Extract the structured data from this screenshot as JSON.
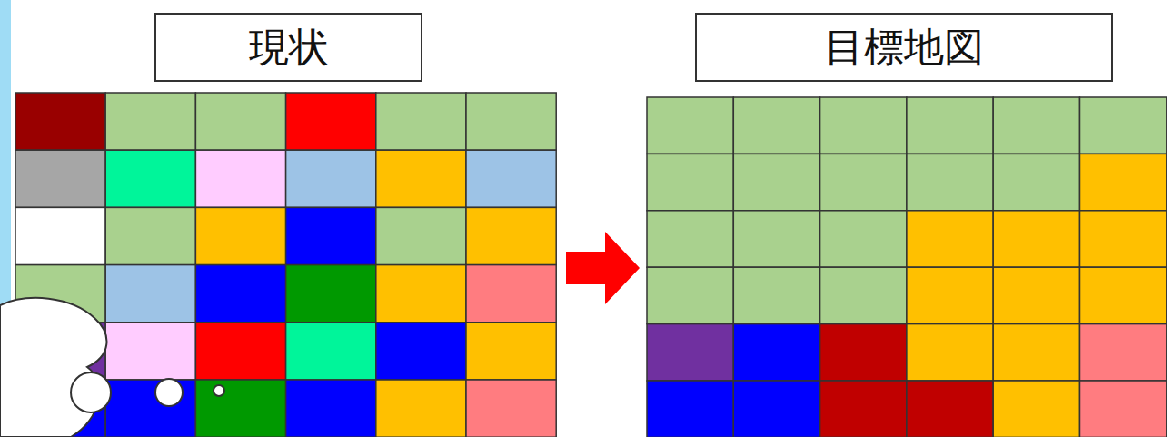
{
  "diagram": {
    "nodes": [
      {
        "text": [
          "現状"
        ]
      },
      {
        "text": [
          "目標地図"
        ]
      }
    ],
    "edges": [
      {
        "from": 0,
        "to": 1,
        "arrow": "to"
      }
    ]
  }
}
